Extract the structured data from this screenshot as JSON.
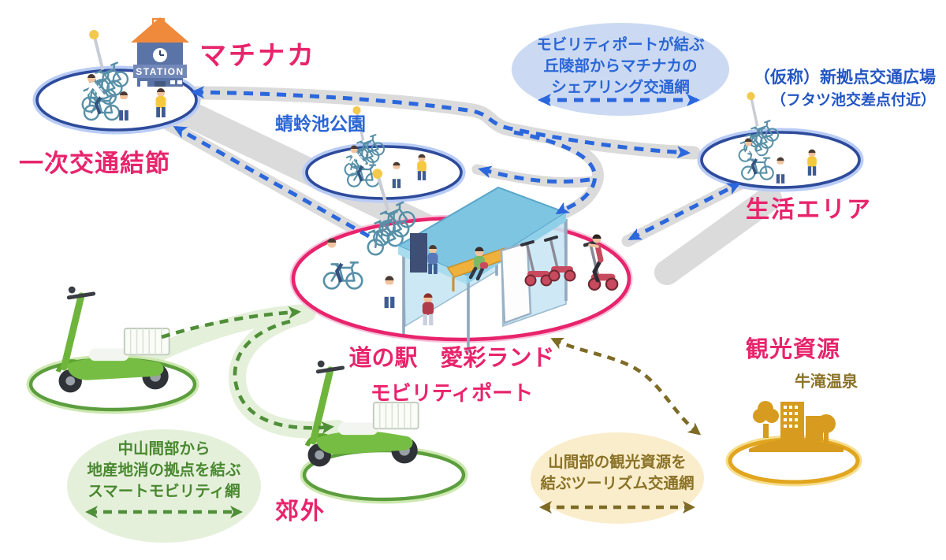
{
  "nodes": {
    "machinaka": {
      "label": "マチナカ",
      "sublabel": "一次交通結節",
      "station_sign": "STATION"
    },
    "park": {
      "label": "蜻蛉池公園"
    },
    "new_hub": {
      "line1": "（仮称）新拠点交通広場",
      "line2": "（フタツ池交差点付近）",
      "area_label": "生活エリア"
    },
    "center": {
      "line1": "道の駅　愛彩ランド",
      "line2": "モビリティポート"
    },
    "suburb": {
      "label": "郊外"
    },
    "tourism": {
      "label": "観光資源",
      "spot": "牛滝温泉"
    }
  },
  "bubbles": {
    "sharing": {
      "line1": "モビリティポートが結ぶ",
      "line2": "丘陵部からマチナカの",
      "line3": "シェアリング交通網"
    },
    "smart": {
      "line1": "中山間部から",
      "line2": "地産地消の拠点を結ぶ",
      "line3": "スマートモビリティ網"
    },
    "tourism_net": {
      "line1": "山間部の観光資源を",
      "line2": "結ぶツーリズム交通網"
    }
  },
  "icons": [
    "station-icon",
    "bike-rack-icon",
    "cyclist-icon",
    "person-icon",
    "bus-shelter-icon",
    "red-scooter-icon",
    "green-scooter-icon",
    "tourism-trees-icon"
  ],
  "colors": {
    "pink_accent": "#E8246C",
    "blue_arrow": "#2B67DD",
    "blue_text": "#2B66D6",
    "navy_text": "#2356C4",
    "navy_ellipse": "#2E4B9B",
    "green_arrow": "#4F8F38",
    "green_text": "#49882F",
    "green_ellipse": "#5C9E3E",
    "olive_arrow": "#7E6B26",
    "olive_text": "#8A7226",
    "gold_ellipse": "#E2A51F",
    "road_gray": "#DBDBDB",
    "bubble_blue": "#CBDAF2",
    "bubble_green": "#E5F0DB",
    "bubble_cream": "#FAEDCB"
  }
}
